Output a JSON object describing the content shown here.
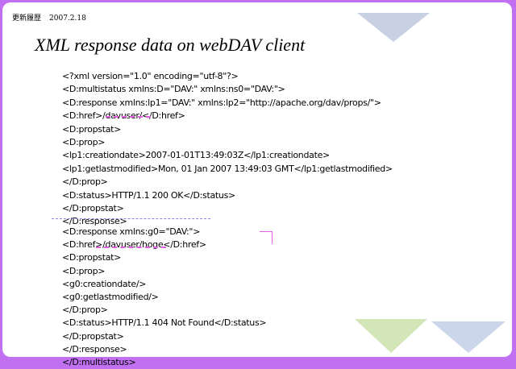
{
  "header": {
    "label": "更新履歴",
    "date": "2007.2.18"
  },
  "title": "XML response data on webDAV client",
  "code_block_1": [
    "<?xml version=\"1.0\" encoding=\"utf-8\"?>",
    "<D:multistatus xmlns:D=\"DAV:\" xmlns:ns0=\"DAV:\">",
    "<D:response xmlns:lp1=\"DAV:\" xmlns:lp2=\"http://apache.org/dav/props/\">",
    "<D:href>/davuser/</D:href>",
    "<D:propstat>",
    "<D:prop>",
    "<lp1:creationdate>2007-01-01T13:49:03Z</lp1:creationdate>",
    "<lp1:getlastmodified>Mon, 01 Jan 2007 13:49:03 GMT</lp1:getlastmodified>",
    "</D:prop>",
    "<D:status>HTTP/1.1 200 OK</D:status>",
    "</D:propstat>",
    "</D:response>"
  ],
  "code_block_2": [
    "<D:response xmlns:g0=\"DAV:\">",
    "<D:href>/davuser/hoge</D:href>",
    "<D:propstat>",
    "<D:prop>",
    "<g0:creationdate/>",
    "<g0:getlastmodified/>",
    "</D:prop>",
    "<D:status>HTTP/1.1 404 Not Found</D:status>",
    "</D:propstat>",
    "</D:response>",
    "</D:multistatus>"
  ]
}
